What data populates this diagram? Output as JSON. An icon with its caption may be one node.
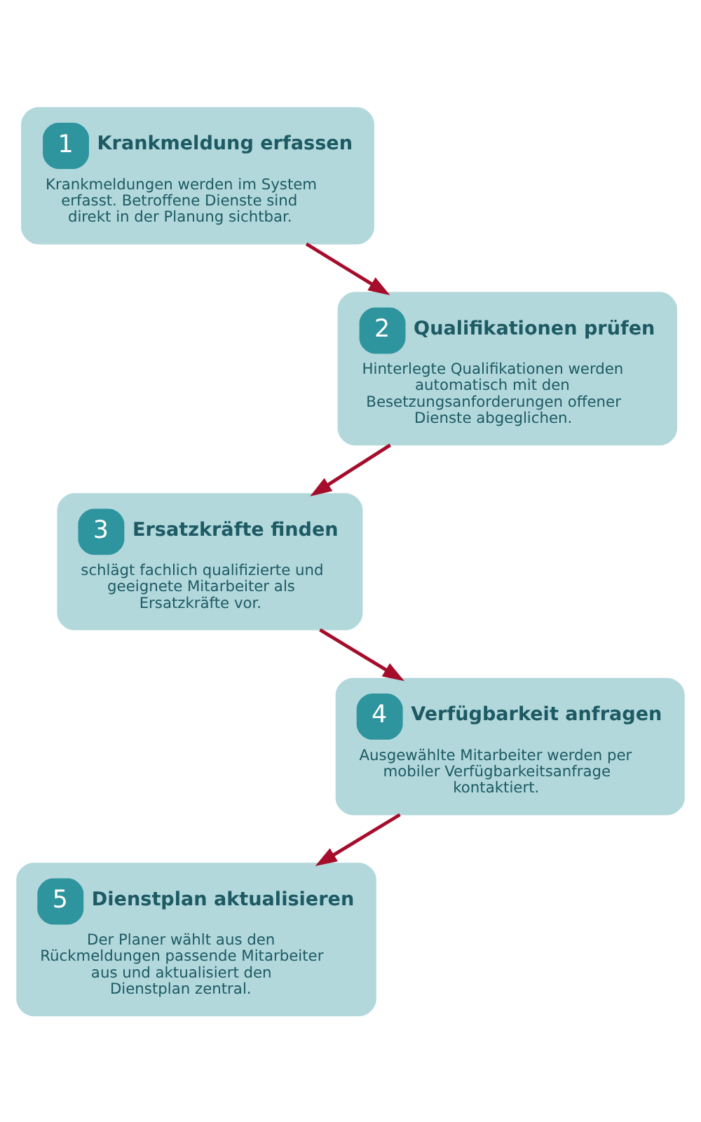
{
  "diagram": {
    "nodes": [
      {
        "text": [
          "1",
          "Krankmeldung erfassen",
          "Krankmeldungen werden im System erfasst. Betroffene Dienste sind direkt in der Planung sichtbar."
        ]
      },
      {
        "text": [
          "2",
          "Qualifikationen prüfen",
          "Hinterlegte Qualifikationen werden automatisch mit den Besetzungsanforderungen offener Dienste abgeglichen."
        ]
      },
      {
        "text": [
          "3",
          "Ersatzkräfte finden",
          "schlägt fachlich qualifizierte und geeignete Mitarbeiter als Ersatzkräfte vor."
        ]
      },
      {
        "text": [
          "4",
          "Verfügbarkeit anfragen",
          "Ausgewählte Mitarbeiter werden per mobiler Verfügbarkeitsanfrage kontaktiert."
        ]
      },
      {
        "text": [
          "5",
          "Dienstplan aktualisieren",
          "Der Planer wählt aus den Rückmeldungen passende Mitarbeiter aus und aktualisiert den Dienstplan zentral."
        ]
      }
    ],
    "edges": [
      {
        "from": 0,
        "to": 1,
        "arrow": "to"
      },
      {
        "from": 1,
        "to": 2,
        "arrow": "to"
      },
      {
        "from": 2,
        "to": 3,
        "arrow": "to"
      },
      {
        "from": 3,
        "to": 4,
        "arrow": "to"
      }
    ]
  }
}
